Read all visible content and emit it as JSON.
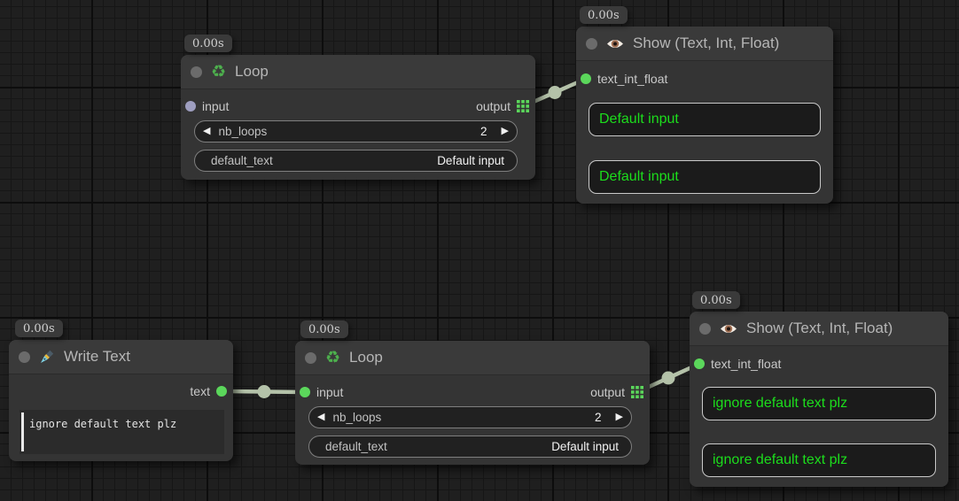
{
  "colors": {
    "accent_green_text": "#1cdd1c",
    "port_green": "#5bd75b",
    "port_gray": "#9e9ec0",
    "wire": "#b4c2a9",
    "node_bg": "#343434",
    "header_bg": "#3a3a3a"
  },
  "icons": {
    "recycle": "♻",
    "eye": "eye-emoji",
    "pen": "fountain-pen-emoji",
    "output_grid": "green-3x3-grid",
    "left_arrow": "◀",
    "right_arrow": "▶"
  },
  "nodes": [
    {
      "badge": "0.00s",
      "title": "Loop",
      "input_label": "input",
      "output_label": "output",
      "widgets": [
        {
          "label": "nb_loops",
          "value": "2"
        },
        {
          "label": "default_text",
          "value": "Default input"
        }
      ]
    },
    {
      "badge": "0.00s",
      "title": "Show (Text, Int, Float)",
      "input_label": "text_int_float",
      "values": [
        "Default input",
        "Default input"
      ]
    },
    {
      "badge": "0.00s",
      "title": "Write Text",
      "output_label": "text",
      "text_value": "ignore default text plz"
    },
    {
      "badge": "0.00s",
      "title": "Loop",
      "input_label": "input",
      "output_label": "output",
      "widgets": [
        {
          "label": "nb_loops",
          "value": "2"
        },
        {
          "label": "default_text",
          "value": "Default input"
        }
      ]
    },
    {
      "badge": "0.00s",
      "title": "Show (Text, Int, Float)",
      "input_label": "text_int_float",
      "values": [
        "ignore default text plz",
        "ignore default text plz"
      ]
    }
  ]
}
